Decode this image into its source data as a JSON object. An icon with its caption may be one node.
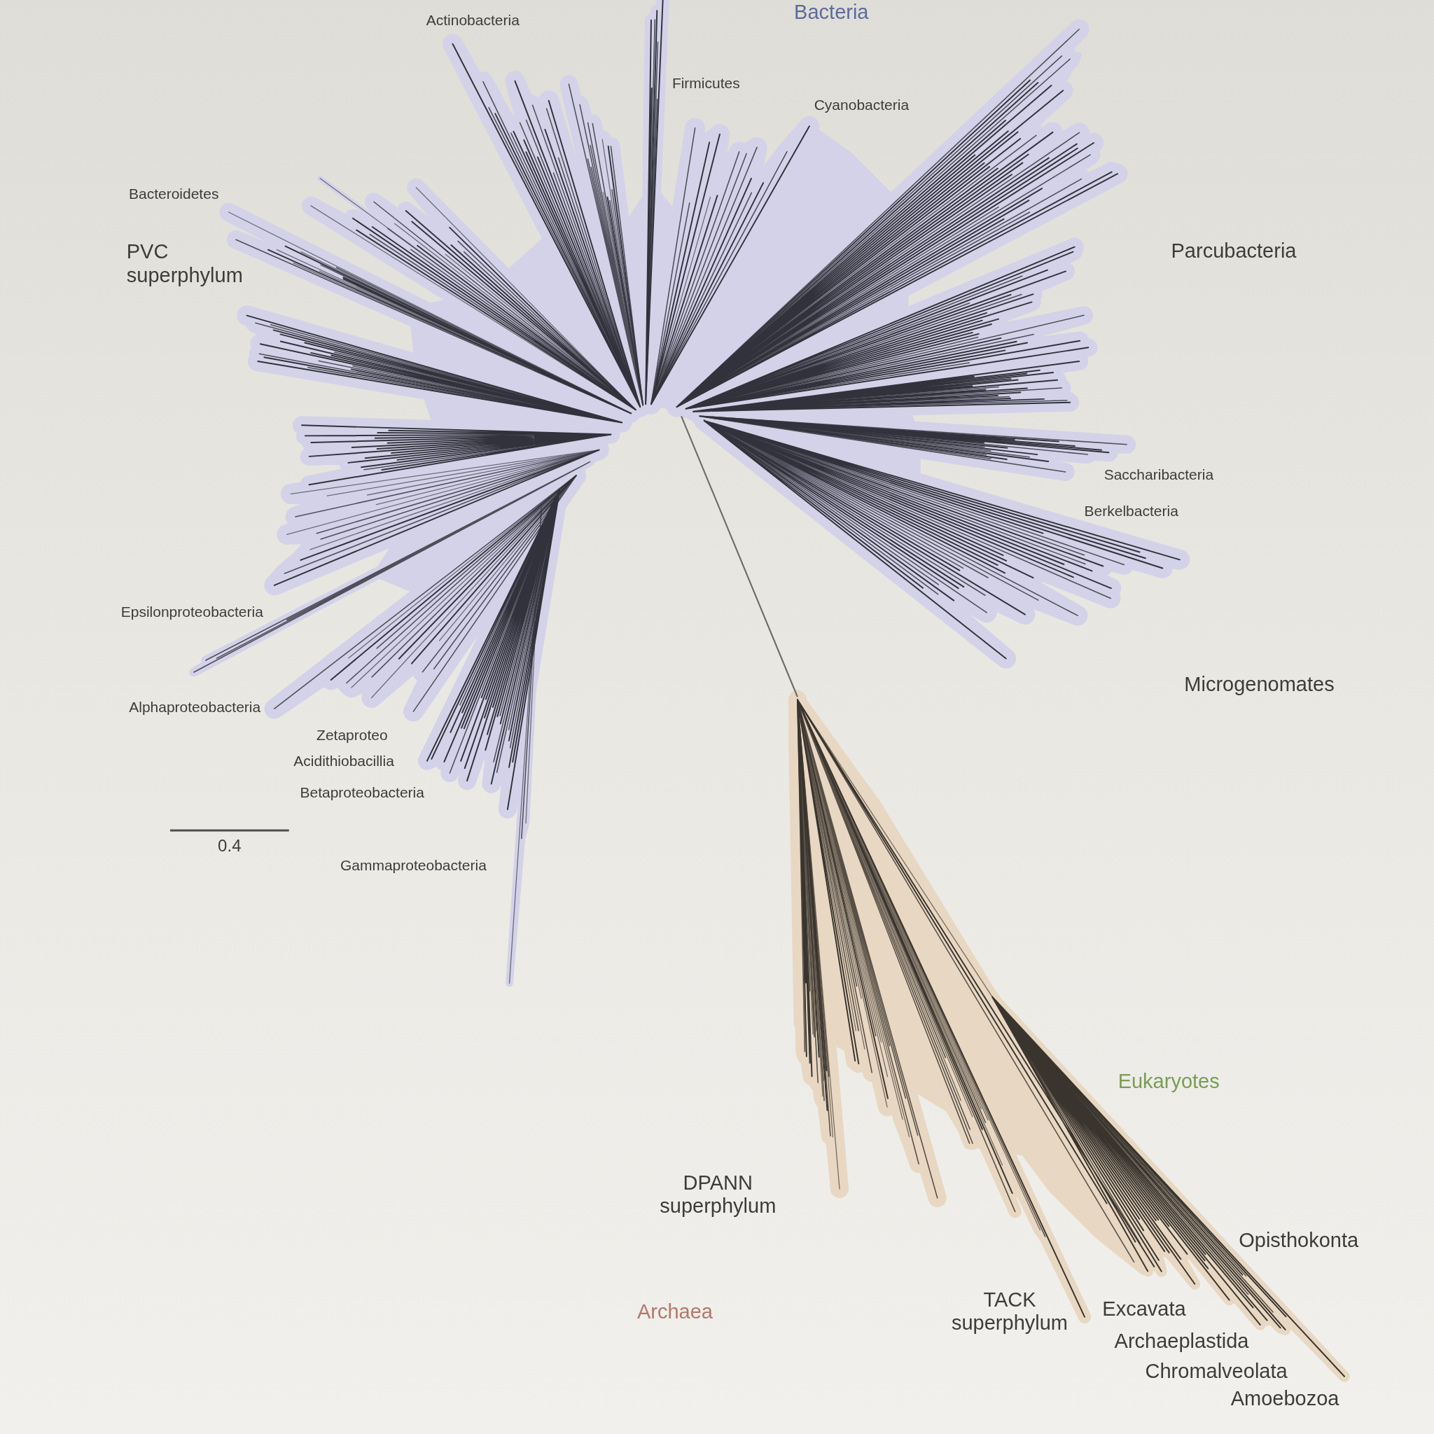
{
  "diagram": {
    "labels": [
      "Actinobacteria",
      "Bacteria",
      "Firmicutes",
      "Cyanobacteria",
      "Bacteroidetes",
      "PVC superphylum",
      "Parcubacteria",
      "Saccharibacteria",
      "Berkelbacteria",
      "Epsilonproteobacteria",
      "Microgenomates",
      "Alphaproteobacteria",
      "Zetaproteo",
      "Acidithiobacillia",
      "Betaproteobacteria",
      "0.4",
      "Gammaproteobacteria",
      "Eukaryotes",
      "DPANN superphylum",
      "Opisthokonta",
      "Archaea",
      "TACK superphylum",
      "Excavata",
      "Archaeplastida",
      "Chromalveolata",
      "Amoebozoa"
    ]
  }
}
